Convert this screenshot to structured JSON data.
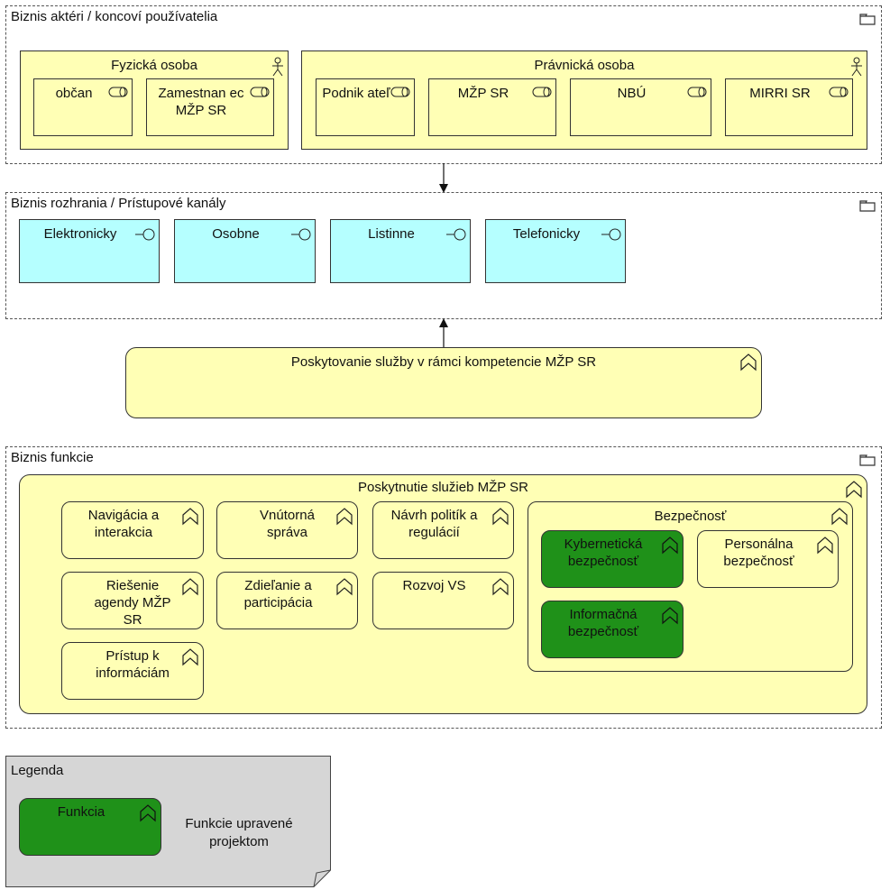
{
  "groups": {
    "actors": "Biznis aktéri / koncoví používatelia",
    "interfaces": "Biznis rozhrania / Prístupové kanály",
    "functions": "Biznis funkcie"
  },
  "actors": {
    "physical": {
      "title": "Fyzická osoba",
      "roles": [
        "občan",
        "Zamestnan ec MŽP SR"
      ]
    },
    "legal": {
      "title": "Právnická osoba",
      "roles": [
        "Podnik ateľ",
        "MŽP SR",
        "NBÚ",
        "MIRRI SR"
      ]
    }
  },
  "interfaces": [
    "Elektronicky",
    "Osobne",
    "Listinne",
    "Telefonicky"
  ],
  "service": "Poskytovanie služby v rámci kompetencie MŽP SR",
  "functions": {
    "main": "Poskytnutie služieb MŽP SR",
    "items": [
      "Navigácia a interakcia",
      "Vnútorná správa",
      "Návrh politík a regulácií",
      "Riešenie agendy MŽP SR",
      "Zdieľanie a participácia",
      "Rozvoj VS",
      "Prístup k informáciám"
    ],
    "security": {
      "title": "Bezpečnosť",
      "items": [
        "Kybernetická bezpečnosť",
        "Personálna bezpečnosť",
        "Informačná bezpečnosť"
      ]
    }
  },
  "legend": {
    "title": "Legenda",
    "function_label": "Funkcia",
    "description": "Funkcie upravené projektom"
  },
  "colors": {
    "business_yellow": "#ffffb5",
    "interface_cyan": "#b5ffff",
    "modified_green": "#1f9119",
    "legend_gray": "#d6d6d6"
  }
}
